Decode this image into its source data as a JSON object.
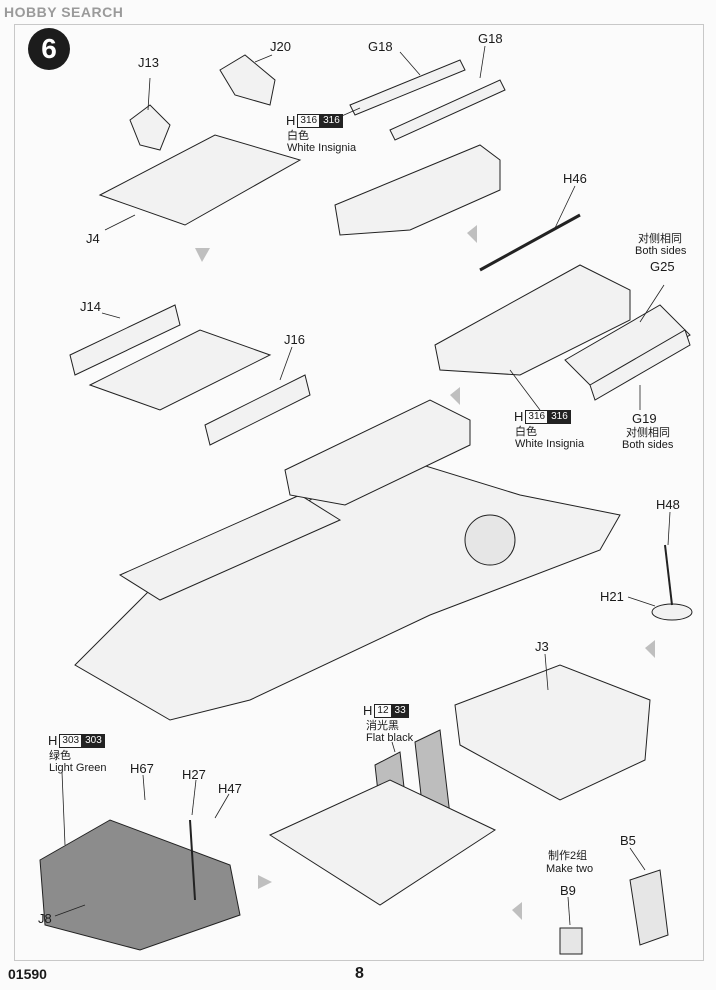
{
  "header": {
    "logo_text": "HOBBY SEARCH"
  },
  "step": {
    "number": "6"
  },
  "parts": {
    "j13": "J13",
    "j20": "J20",
    "j4": "J4",
    "g18_left": "G18",
    "g18_right": "G18",
    "h46": "H46",
    "g25": "G25",
    "g19": "G19",
    "j14": "J14",
    "j16": "J16",
    "h48": "H48",
    "h21": "H21",
    "j3": "J3",
    "h67": "H67",
    "h27": "H27",
    "h47": "H47",
    "j8": "J8",
    "b5": "B5",
    "b9": "B9"
  },
  "notes": {
    "both_sides_cn_top": "对侧相同",
    "both_sides_en_top": "Both sides",
    "both_sides_cn_bottom": "对侧相同",
    "both_sides_en_bottom": "Both sides",
    "make_two_cn": "制作2组",
    "make_two_en": "Make two"
  },
  "paint_codes": [
    {
      "letter": "H",
      "box": "316",
      "fill": "316",
      "cn": "白色",
      "en": "White Insignia"
    },
    {
      "letter": "H",
      "box": "316",
      "fill": "316",
      "cn": "白色",
      "en": "White Insignia"
    },
    {
      "letter": "H",
      "box": "12",
      "fill": "33",
      "cn": "消光黑",
      "en": "Flat black"
    },
    {
      "letter": "H",
      "box": "303",
      "fill": "303",
      "cn": "绿色",
      "en": "Light Green"
    }
  ],
  "footer": {
    "product_code": "01590",
    "page_number": "8"
  },
  "colors": {
    "ink": "#1a1a1a",
    "gray_paint": "#8c8c8c",
    "light_gray": "#d8d8d8"
  }
}
